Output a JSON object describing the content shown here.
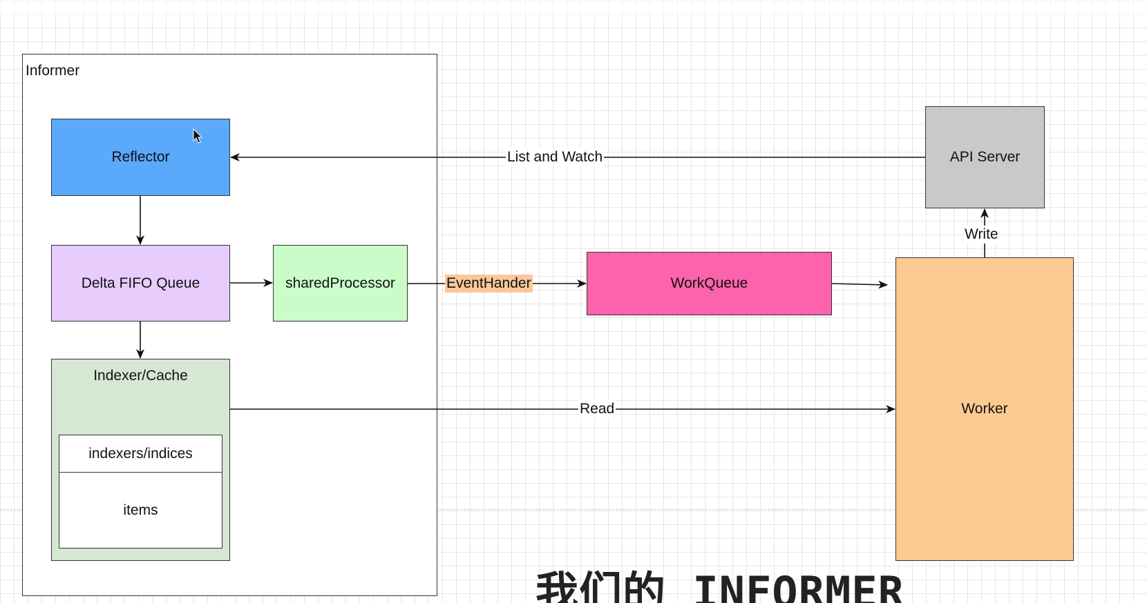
{
  "nodes": {
    "informer": "Informer",
    "reflector": "Reflector",
    "delta_fifo": "Delta FIFO Queue",
    "shared_processor": "sharedProcessor",
    "indexer_cache": "Indexer/Cache",
    "indexers_indices": "indexers/indices",
    "items": "items",
    "workqueue": "WorkQueue",
    "api_server": "API Server",
    "worker": "Worker"
  },
  "edges": {
    "list_and_watch": "List and Watch",
    "event_handler": "EventHander",
    "read": "Read",
    "write": "Write"
  },
  "caption": "我们的 INFORMER",
  "colors": {
    "reflector": "#5aa9fb",
    "delta_fifo": "#e7ccfc",
    "shared_processor": "#cafcca",
    "indexer_cache": "#d6e7d4",
    "workqueue": "#fc63ac",
    "api_server": "#c9c9c9",
    "worker": "#fccb91",
    "event_handler_highlight": "#fcc79a"
  },
  "icons": {
    "cursor": "mouse-pointer-icon"
  }
}
